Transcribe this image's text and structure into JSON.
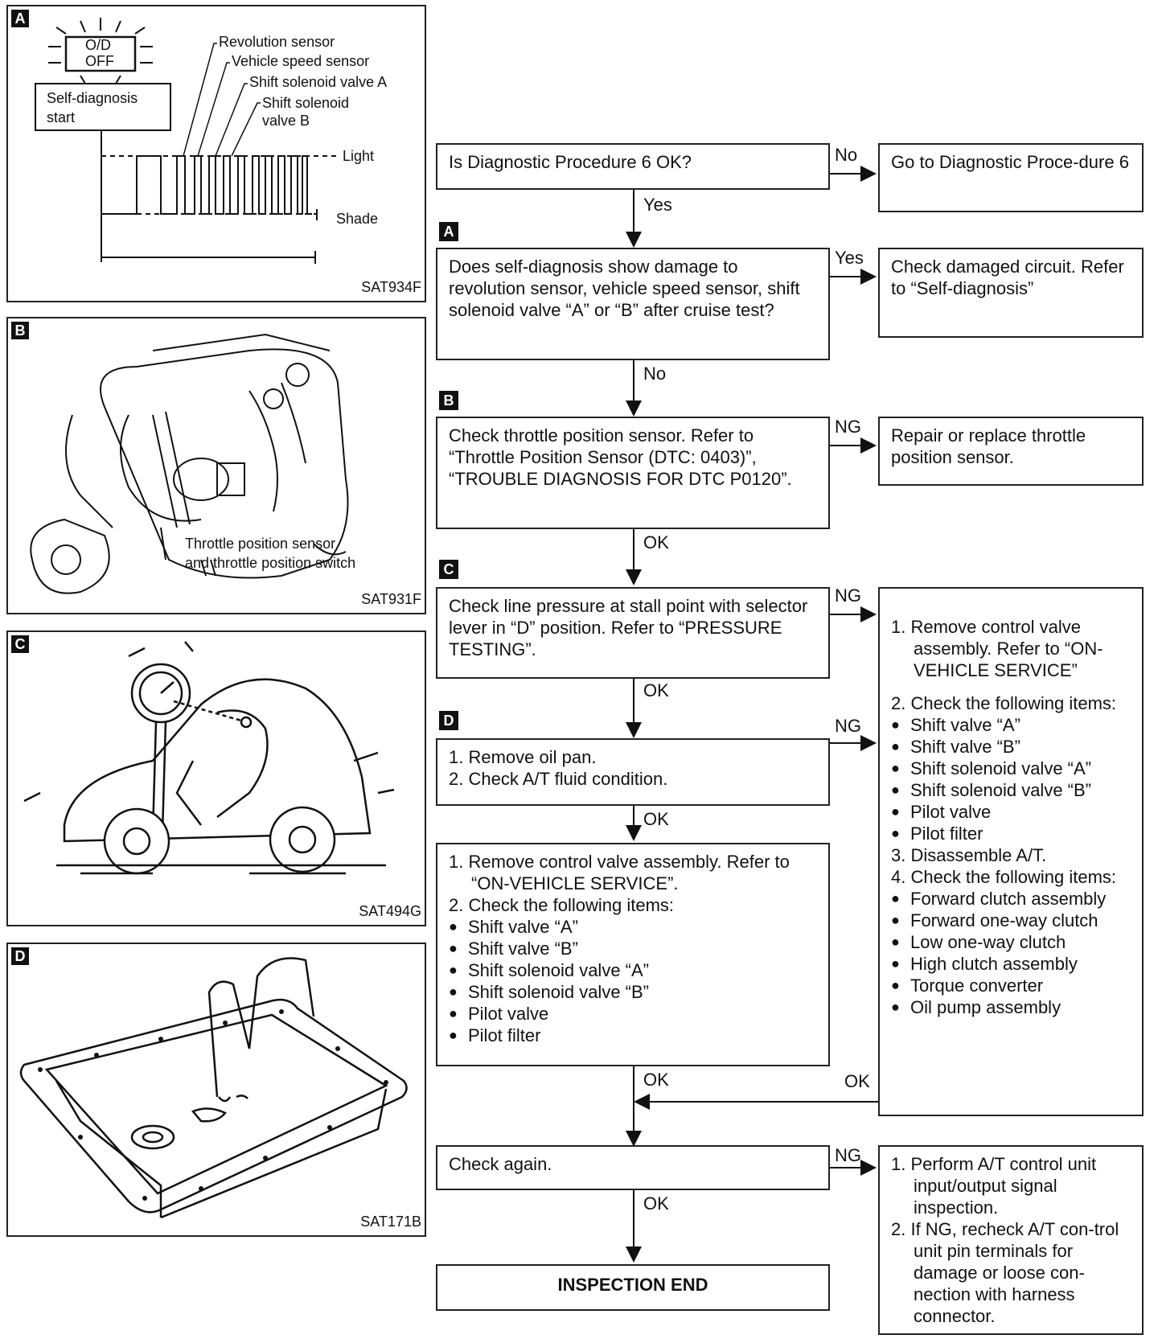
{
  "panels": {
    "a": {
      "letter": "A",
      "ref": "SAT934F",
      "od_top": "O/D",
      "od_bottom": "OFF",
      "start_line1": "Self-diagnosis",
      "start_line2": "start",
      "rev_sensor": "Revolution sensor",
      "vss": "Vehicle speed sensor",
      "ssv_a": "Shift solenoid valve A",
      "ssv_b1": "Shift solenoid",
      "ssv_b2": "valve B",
      "light": "Light",
      "shade": "Shade"
    },
    "b": {
      "letter": "B",
      "ref": "SAT931F",
      "caption1": "Throttle position sensor",
      "caption2": "and throttle position switch"
    },
    "c": {
      "letter": "C",
      "ref": "SAT494G"
    },
    "d": {
      "letter": "D",
      "ref": "SAT171B"
    }
  },
  "flow": {
    "q1": "Is Diagnostic Procedure 6 OK?",
    "q1_no": "No",
    "q1_yes": "Yes",
    "go6": "Go to Diagnostic Proce-dure 6",
    "tag_a": "A",
    "q2": "Does self-diagnosis show damage to revolution sensor, vehicle speed sensor, shift solenoid valve “A” or “B” after cruise test?",
    "q2_yes": "Yes",
    "q2_no": "No",
    "check_damaged": "Check damaged circuit. Refer to “Self-diagnosis”",
    "tag_b": "B",
    "q3": "Check throttle position sensor. Refer to “Throttle Position Sensor (DTC: 0403)”, “TROUBLE DIAGNOSIS FOR DTC P0120”.",
    "q3_ng": "NG",
    "q3_ok": "OK",
    "repair_tps": "Repair or replace throttle position sensor.",
    "tag_c": "C",
    "q4": "Check line pressure at stall point with selector lever in “D” position. Refer to “PRESSURE TESTING”.",
    "q4_ng": "NG",
    "q4_ok": "OK",
    "tag_d": "D",
    "q5_steps": [
      "1. Remove oil pan.",
      "2. Check A/T fluid condition."
    ],
    "q5_ng": "NG",
    "q5_ok": "OK",
    "q6_steps": [
      "1. Remove control valve assembly. Refer to “ON-VEHICLE SERVICE”.",
      "2. Check the following items:"
    ],
    "q6_items": [
      "Shift valve “A”",
      "Shift valve “B”",
      "Shift solenoid valve “A”",
      "Shift solenoid valve “B”",
      "Pilot valve",
      "Pilot filter"
    ],
    "q6_ok": "OK",
    "right_step1": "1. Remove control valve assembly. Refer to “ON-VEHICLE SERVICE”",
    "right_step2": "2. Check the following items:",
    "right_items1": [
      "Shift valve “A”",
      "Shift valve “B”",
      "Shift solenoid valve “A”",
      "Shift solenoid valve “B”",
      "Pilot valve",
      "Pilot filter"
    ],
    "right_step3": "3. Disassemble A/T.",
    "right_step4": "4. Check the following items:",
    "right_items2": [
      "Forward clutch assembly",
      "Forward one-way clutch",
      "Low one-way clutch",
      "High clutch assembly",
      "Torque converter",
      "Oil pump assembly"
    ],
    "right_ok": "OK",
    "check_again": "Check again.",
    "ca_ng": "NG",
    "ca_ok": "OK",
    "final_steps": [
      "1. Perform A/T control unit input/output signal inspection.",
      "2. If NG, recheck A/T con-trol unit pin terminals for damage or loose con-nection with harness connector."
    ],
    "end": "INSPECTION END"
  }
}
